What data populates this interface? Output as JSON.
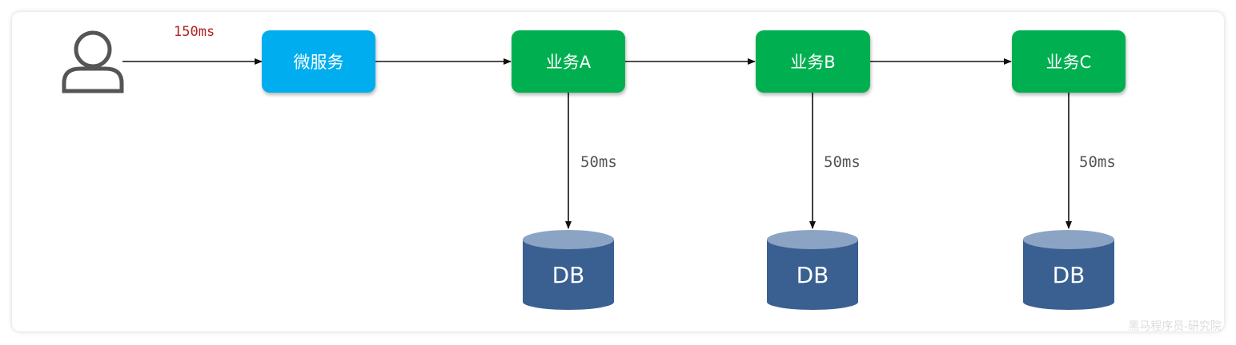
{
  "latency_total": "150ms",
  "microservice": {
    "label": "微服务"
  },
  "services": [
    {
      "label": "业务A",
      "db_latency": "50ms",
      "db_label": "DB"
    },
    {
      "label": "业务B",
      "db_latency": "50ms",
      "db_label": "DB"
    },
    {
      "label": "业务C",
      "db_latency": "50ms",
      "db_label": "DB"
    }
  ],
  "watermark": "黑马程序员-研究院",
  "colors": {
    "microservice": "#00AEEF",
    "service": "#00B050",
    "db_body": "#3A6092",
    "db_top": "#8CA4C4",
    "user_icon": "#555555"
  },
  "icons": {
    "user": "user-icon"
  }
}
